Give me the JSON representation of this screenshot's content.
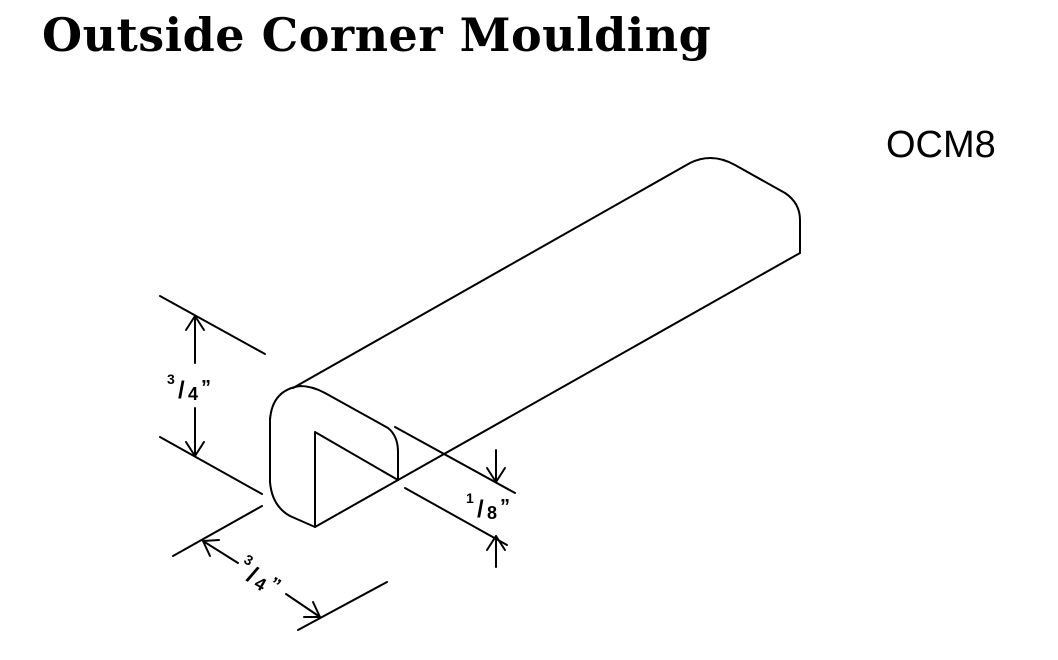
{
  "title": "Outside Corner Moulding",
  "product_code": "OCM8",
  "dimensions": {
    "height": {
      "num": "3",
      "den": "4",
      "unit": "”"
    },
    "width": {
      "num": "3",
      "den": "4",
      "unit": "”"
    },
    "thickness": {
      "num": "1",
      "den": "8",
      "unit": "”"
    }
  }
}
